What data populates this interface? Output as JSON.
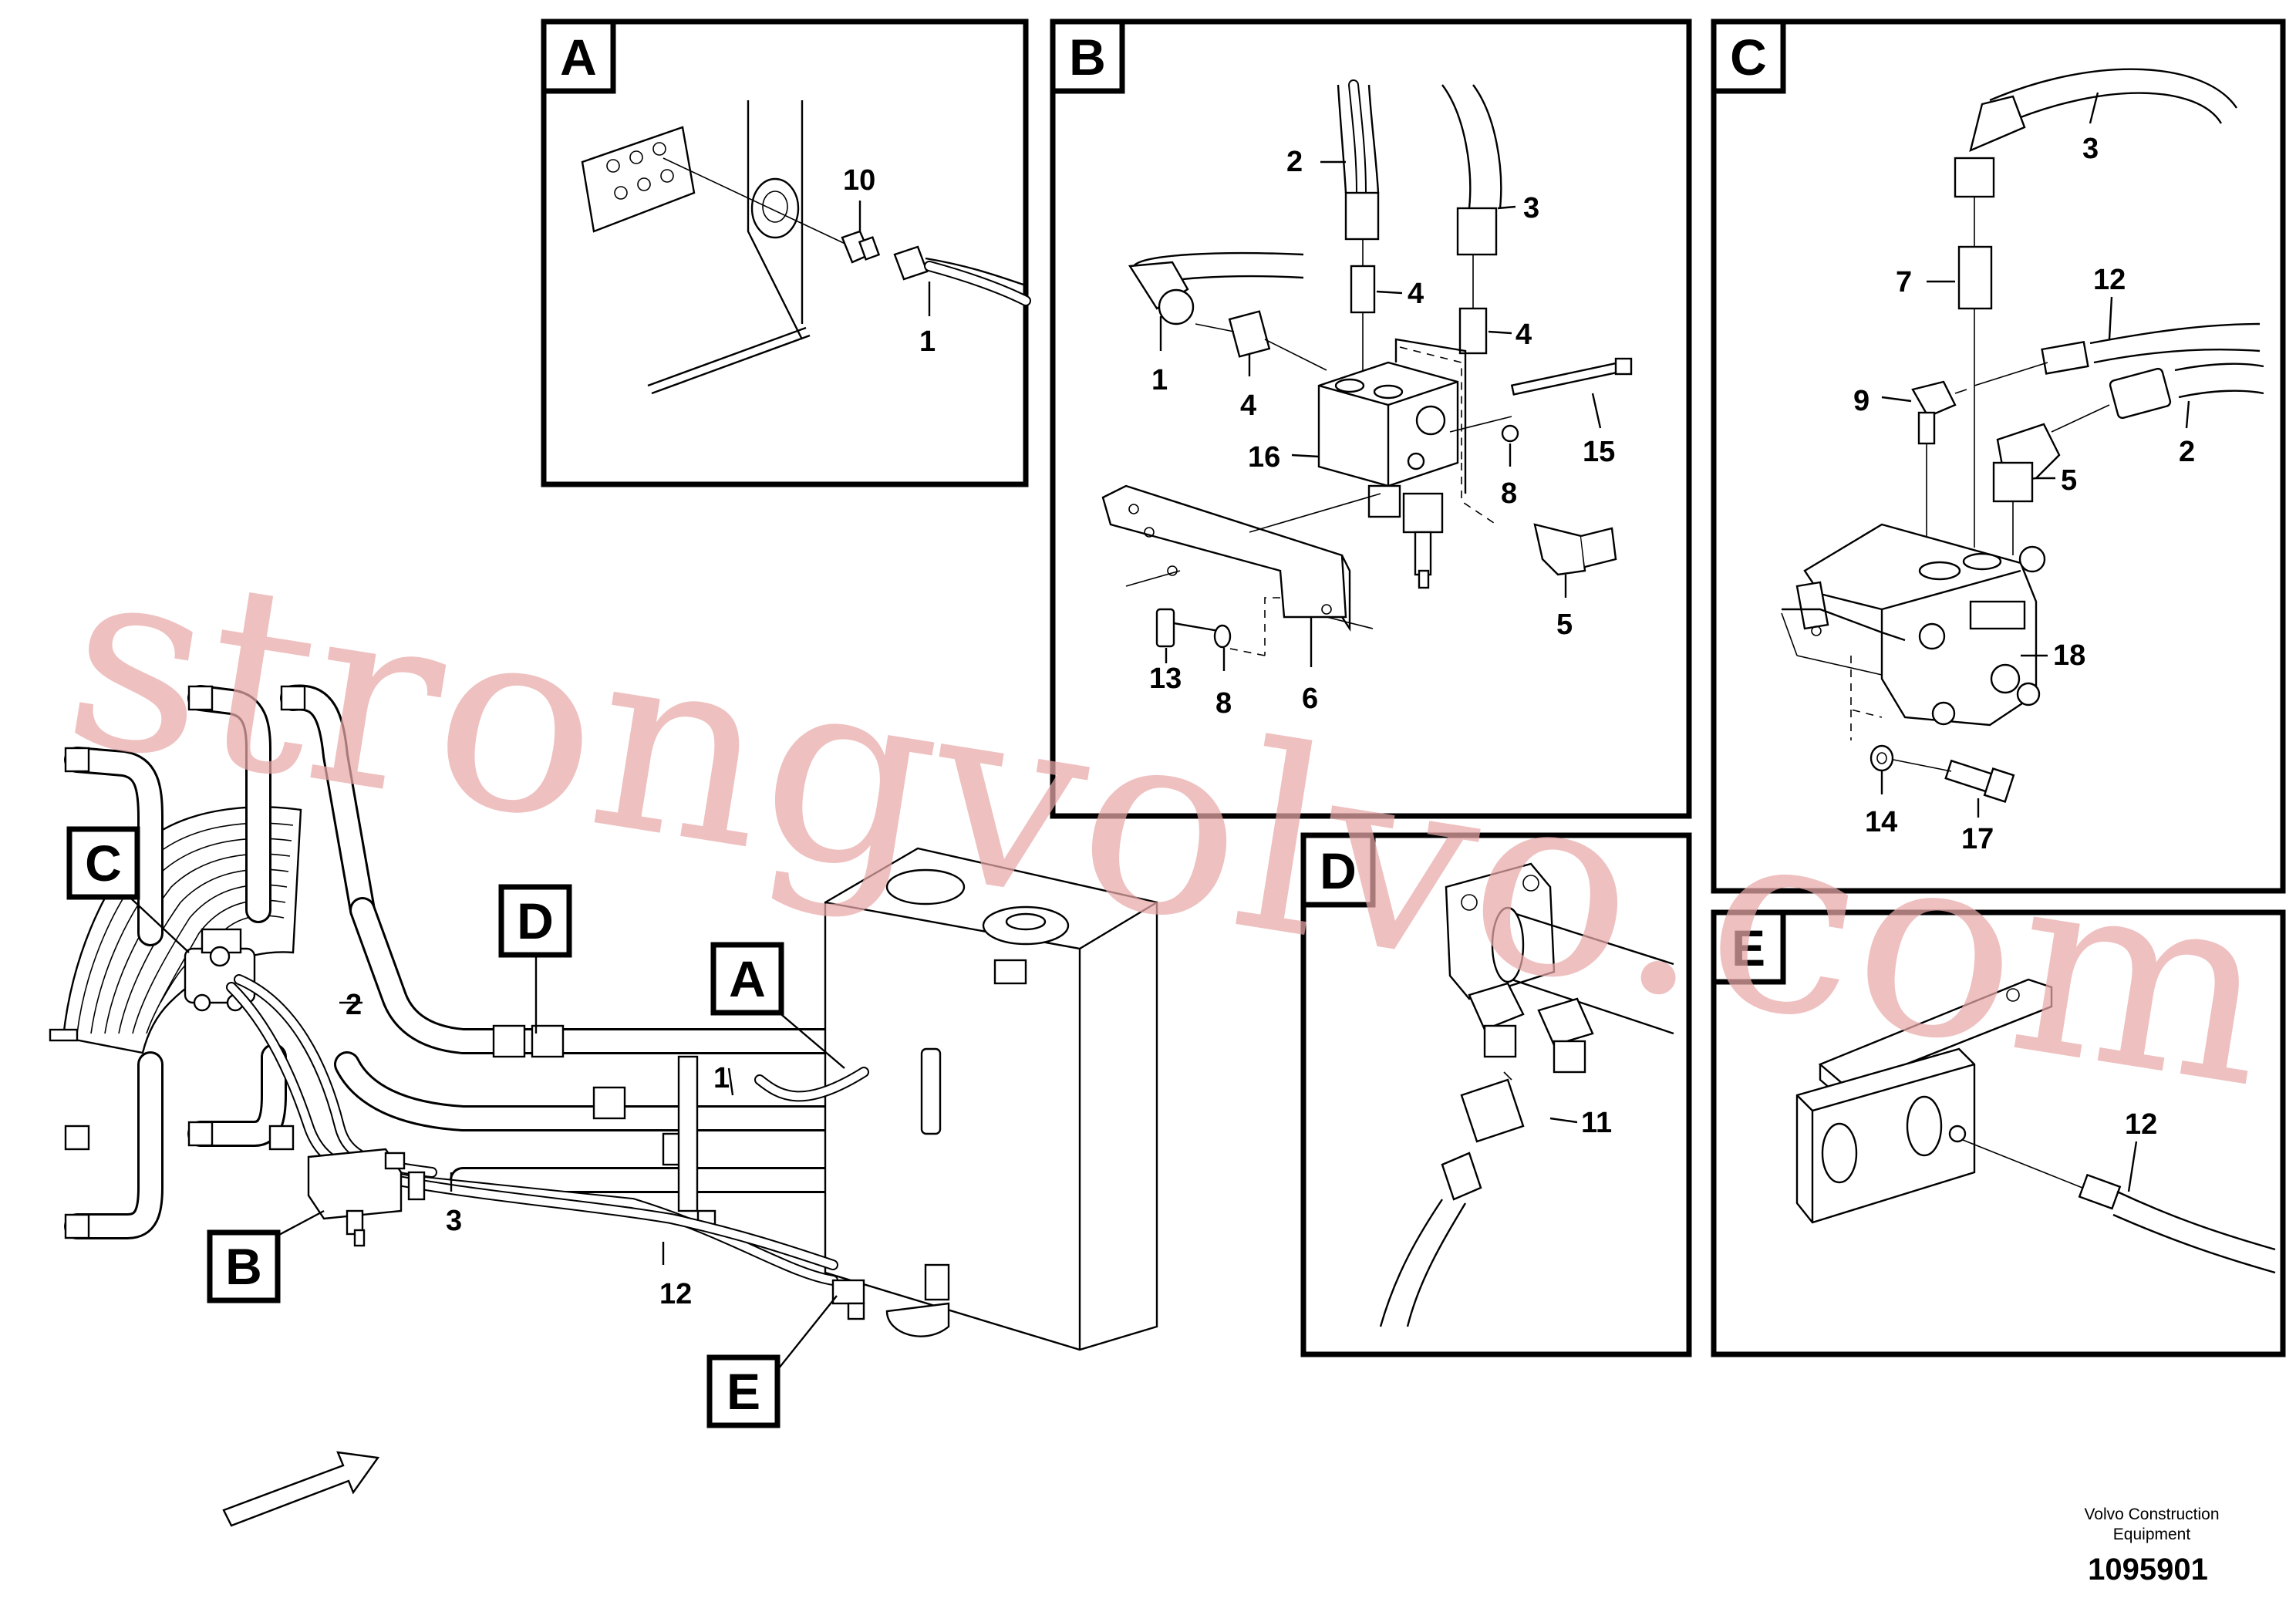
{
  "detail_views": {
    "A": {
      "letter": "A",
      "callouts": [
        "10",
        "1"
      ]
    },
    "B": {
      "letter": "B",
      "callouts": [
        "2",
        "3",
        "4",
        "4",
        "1",
        "4",
        "16",
        "15",
        "8",
        "5",
        "13",
        "8",
        "6"
      ]
    },
    "C": {
      "letter": "C",
      "callouts": [
        "3",
        "7",
        "12",
        "9",
        "2",
        "5",
        "18",
        "14",
        "17"
      ]
    },
    "D": {
      "letter": "D",
      "callouts": [
        "11"
      ]
    },
    "E": {
      "letter": "E",
      "callouts": [
        "12"
      ]
    }
  },
  "overview": {
    "view_markers": [
      "C",
      "D",
      "A",
      "B",
      "E"
    ],
    "callouts": [
      "2",
      "1",
      "3",
      "12"
    ]
  },
  "watermark": "strongvolvo.com",
  "footer": {
    "company_line1": "Volvo Construction",
    "company_line2": "Equipment",
    "document_number": "1095901"
  }
}
